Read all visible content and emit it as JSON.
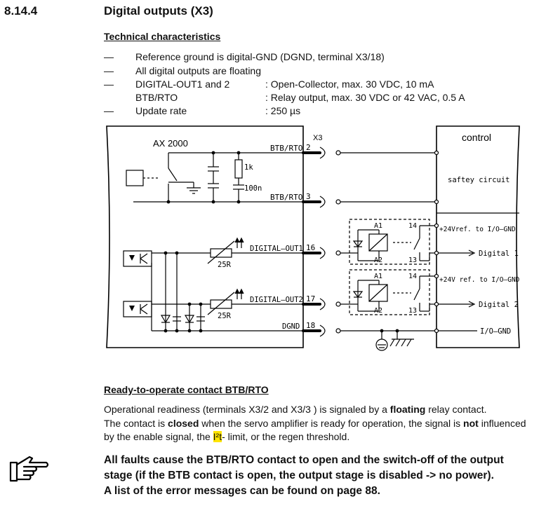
{
  "section": {
    "number": "8.14.4",
    "title": "Digital outputs (X3)"
  },
  "tech": {
    "heading": "Technical characteristics",
    "items": [
      {
        "dash": "—",
        "text": "Reference ground is digital-GND (DGND, terminal X3/18)"
      },
      {
        "dash": "—",
        "text": "All digital outputs are floating"
      },
      {
        "dash": "—",
        "label": "DIGITAL-OUT1 and 2",
        "value": ": Open-Collector, max. 30 VDC, 10 mA"
      },
      {
        "dash": "",
        "label": "BTB/RTO",
        "value": ": Relay output, max. 30 VDC or 42 VAC, 0.5 A"
      },
      {
        "dash": "—",
        "label": "Update rate",
        "value": ": 250 µs"
      }
    ]
  },
  "diagram": {
    "device": "AX 2000",
    "connector": "X3",
    "control": "control",
    "safety": "saftey circuit",
    "btb1": "BTB/RTO",
    "btb2": "BTB/RTO",
    "pin2": "2",
    "pin3": "3",
    "pin16": "16",
    "pin17": "17",
    "pin18": "18",
    "out1": "DIGITAL—OUT1",
    "out2": "DIGITAL—OUT2",
    "dgnd": "DGND",
    "r1k": "1k",
    "c100n": "100n",
    "r25a": "25R",
    "r25b": "25R",
    "a1a": "A1",
    "a2a": "A2",
    "t14a": "14",
    "t13a": "13",
    "a1b": "A1",
    "a2b": "A2",
    "t14b": "14",
    "t13b": "13",
    "ref1": "+24Vref. to I/O—GND",
    "dig1": "Digital 1",
    "ref2": "+24V ref. to I/O—GND",
    "dig2": "Digital 2",
    "iognd": "I/O—GND"
  },
  "ready": {
    "heading": "Ready-to-operate contact BTB/RTO",
    "p1a": "Operational readiness (terminals X3/2 and X3/3 ) is signaled by a ",
    "p1b": "floating",
    "p1c": " relay contact.",
    "p2a": "The contact is ",
    "p2b": "closed",
    "p2c": " when the servo amplifier is ready for operation, the signal is ",
    "p2d": "not",
    "p2e": " influenced",
    "p3a": "by the enable signal, the ",
    "p3b": "I²t",
    "p3c": "- limit, or the regen threshold."
  },
  "note": {
    "line1": "All faults cause the BTB/RTO contact to open and the switch-off of the output",
    "line2": "stage (if the BTB contact is open, the output stage is disabled -> no power).",
    "line3": "A list of the error messages can be found on page 88."
  }
}
